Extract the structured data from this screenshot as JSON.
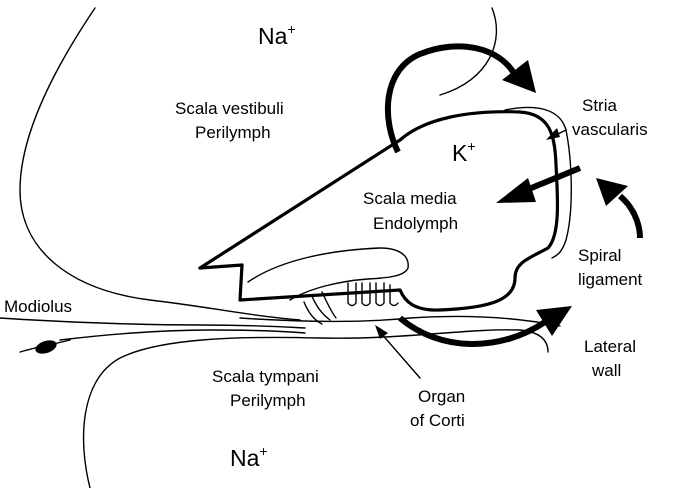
{
  "labels": {
    "na_top": "Na",
    "na_top_sup": "+",
    "scala_vestibuli": "Scala vestibuli",
    "perilymph_top": "Perilymph",
    "k_ion": "K",
    "k_ion_sup": "+",
    "stria_line1": "Stria",
    "stria_line2": "vascularis",
    "scala_media": "Scala media",
    "endolymph": "Endolymph",
    "spiral_line1": "Spiral",
    "spiral_line2": "ligament",
    "modiolus": "Modiolus",
    "lateral_line1": "Lateral",
    "lateral_line2": "wall",
    "scala_tympani": "Scala tympani",
    "perilymph_bottom": "Perilymph",
    "organ_line1": "Organ",
    "organ_line2": "of Corti",
    "na_bottom": "Na",
    "na_bottom_sup": "+"
  },
  "colors": {
    "ink": "#000000",
    "background": "#ffffff"
  }
}
